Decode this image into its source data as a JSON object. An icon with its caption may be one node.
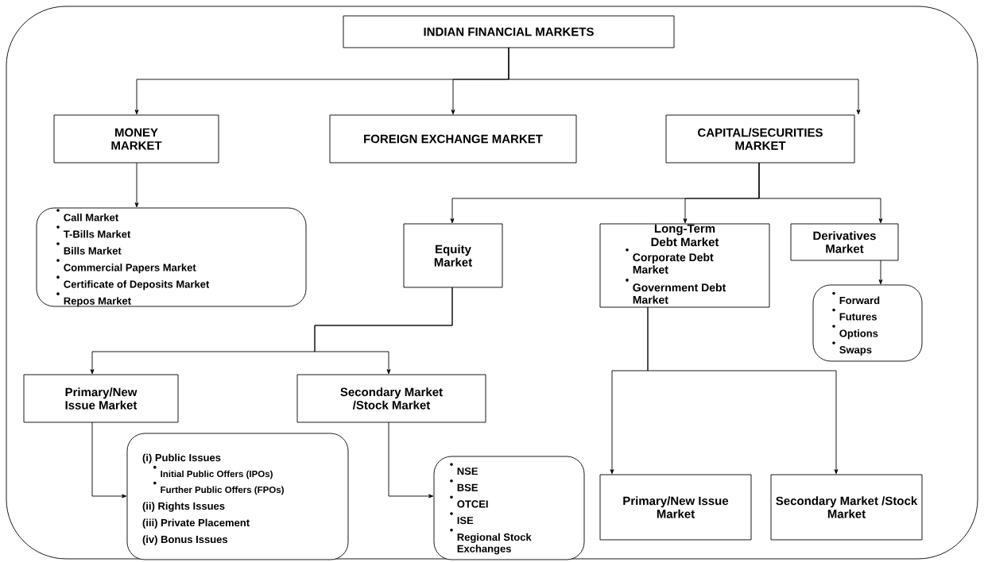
{
  "diagram": {
    "nodes": [
      {
        "text": [
          "INDIAN FINANCIAL MARKETS"
        ]
      },
      {
        "text": [
          "MONEY MARKET"
        ]
      },
      {
        "text": [
          "FOREIGN EXCHANGE MARKET"
        ]
      },
      {
        "text": [
          "CAPITAL/SECURITIES MARKET"
        ]
      },
      {
        "text": [
          "Call Market",
          "T-Bills Market",
          "Bills Market",
          "Commercial Papers Market",
          "Certificate of Deposits Market",
          "Repos Market"
        ]
      },
      {
        "text": [
          "Equity Market"
        ]
      },
      {
        "text": [
          "Long-Term Debt Market",
          "Corporate Debt Market",
          "Government Debt Market"
        ]
      },
      {
        "text": [
          "Derivatives Market"
        ]
      },
      {
        "text": [
          "Forward",
          "Futures",
          "Options",
          "Swaps"
        ]
      },
      {
        "text": [
          "Primary/New Issue Market"
        ]
      },
      {
        "text": [
          "Secondary Market /Stock Market"
        ]
      },
      {
        "text": [
          "(i) Public Issues",
          "Initial Public Offers (IPOs)",
          "Further Public Offers (FPOs)",
          "(ii) Rights Issues",
          "(iii) Private Placement",
          "(iv) Bonus Issues"
        ]
      },
      {
        "text": [
          "NSE",
          "BSE",
          "OTCEI",
          "ISE",
          "Regional Stock Exchanges"
        ]
      },
      {
        "text": [
          "Primary/New Issue Market"
        ]
      },
      {
        "text": [
          "Secondary Market /Stock Market"
        ]
      }
    ],
    "edges": [
      {
        "from": 0,
        "to": 1,
        "arrow": "to"
      },
      {
        "from": 0,
        "to": 2,
        "arrow": "to"
      },
      {
        "from": 0,
        "to": 3,
        "arrow": "to"
      },
      {
        "from": 1,
        "to": 4,
        "arrow": "to"
      },
      {
        "from": 3,
        "to": 5,
        "arrow": "to"
      },
      {
        "from": 3,
        "to": 6,
        "arrow": "to"
      },
      {
        "from": 3,
        "to": 7,
        "arrow": "to"
      },
      {
        "from": 7,
        "to": 8,
        "arrow": "to"
      },
      {
        "from": 5,
        "to": 9,
        "arrow": "to"
      },
      {
        "from": 5,
        "to": 10,
        "arrow": "to"
      },
      {
        "from": 6,
        "to": 13,
        "arrow": "to"
      },
      {
        "from": 6,
        "to": 14,
        "arrow": "to"
      },
      {
        "from": 9,
        "to": 11,
        "arrow": "to"
      },
      {
        "from": 10,
        "to": 12,
        "arrow": "to"
      }
    ]
  }
}
